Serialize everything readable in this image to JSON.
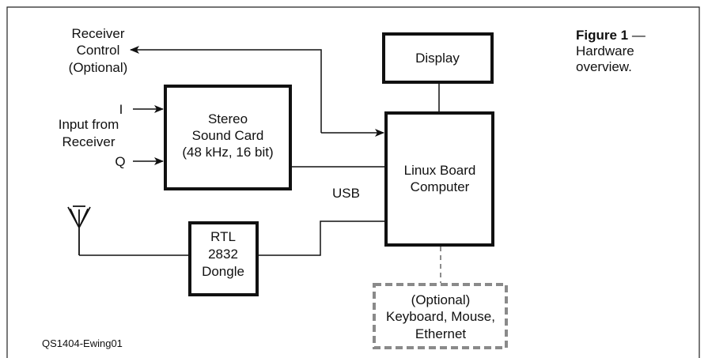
{
  "caption": {
    "figure_label": "Figure 1",
    "dash": " —",
    "line2": "Hardware",
    "line3": "overview."
  },
  "figure_id": "QS1404-Ewing01",
  "receiver_control": [
    "Receiver",
    "Control",
    "(Optional)"
  ],
  "input_label": [
    "Input from",
    "Receiver"
  ],
  "iq": {
    "i": "I",
    "q": "Q"
  },
  "blocks": {
    "sound_card": [
      "Stereo",
      "Sound Card",
      "(48 kHz, 16 bit)"
    ],
    "display": [
      "Display"
    ],
    "linux": [
      "Linux Board",
      "Computer"
    ],
    "rtl": [
      "RTL",
      "2832",
      "Dongle"
    ],
    "peripherals": [
      "(Optional)",
      "Keyboard, Mouse,",
      "Ethernet"
    ]
  },
  "usb_label": "USB"
}
